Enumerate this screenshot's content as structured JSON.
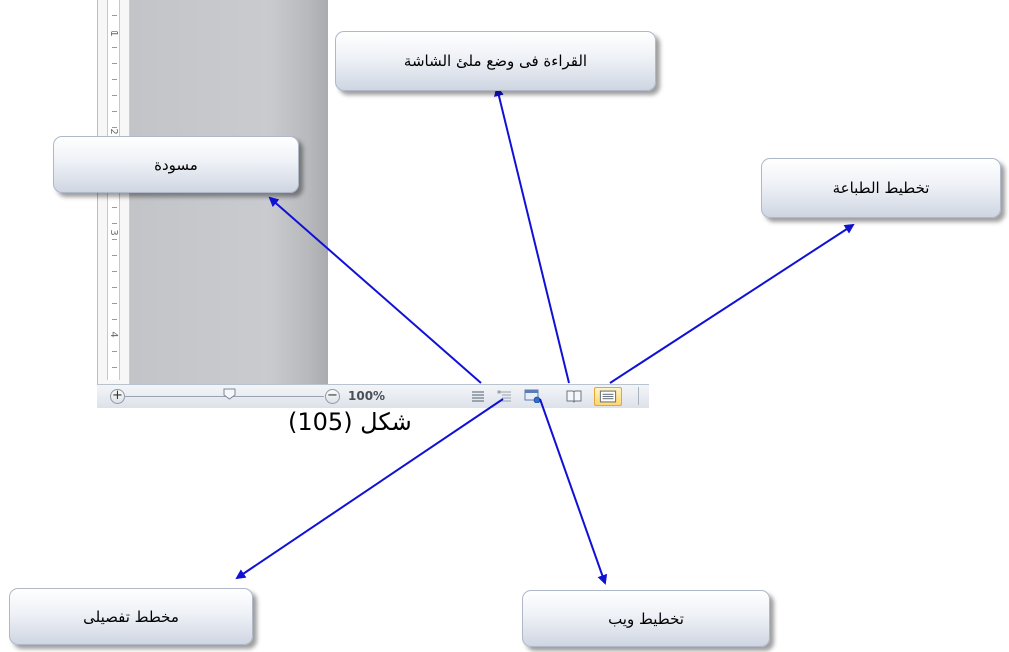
{
  "status_bar": {
    "zoom_percent": "100%",
    "zoom_out_symbol": "−",
    "zoom_in_symbol": "+",
    "zoom_slider_level": 0.5,
    "active_view": "print-layout"
  },
  "ruler": {
    "numbers": [
      "1",
      "2",
      "3",
      "4"
    ]
  },
  "caption": "شكل (105)",
  "callouts": {
    "full_screen_reading": "القراءة فى وضع ملئ الشاشة",
    "draft": "مسودة",
    "print_layout": "تخطيط الطباعة",
    "outline": "مخطط تفصيلى",
    "web_layout": "تخطيط ويب"
  },
  "colors": {
    "arrow": "#1111d6",
    "active_view": "#ffd76c"
  }
}
